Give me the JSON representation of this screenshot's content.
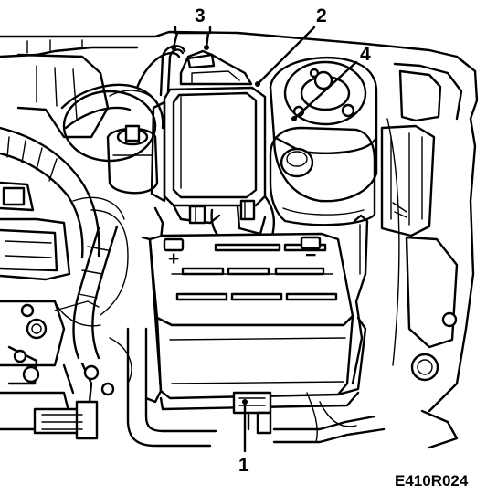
{
  "figure": {
    "reference_code": "E410R024",
    "callouts": [
      {
        "id": "1",
        "label": "1"
      },
      {
        "id": "2",
        "label": "2"
      },
      {
        "id": "3",
        "label": "3"
      },
      {
        "id": "4",
        "label": "4"
      }
    ],
    "battery_terminal_marks": {
      "positive": "+",
      "negative": "−"
    }
  }
}
